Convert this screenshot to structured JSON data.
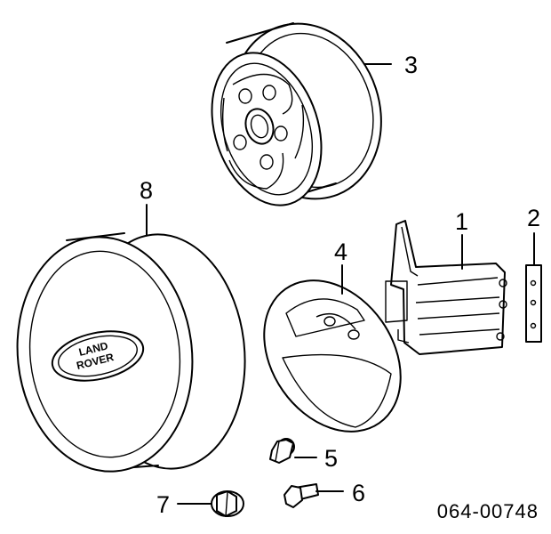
{
  "diagram": {
    "callouts": {
      "c1": "1",
      "c2": "2",
      "c3": "3",
      "c4": "4",
      "c5": "5",
      "c6": "6",
      "c7": "7",
      "c8": "8"
    },
    "reference_code": "064-00748",
    "logo": {
      "line1": "LAND",
      "line2": "ROVER"
    }
  }
}
